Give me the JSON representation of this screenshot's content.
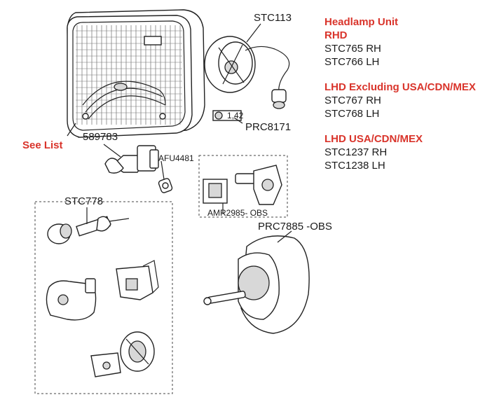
{
  "legend": {
    "title": "Headlamp Unit",
    "groups": [
      {
        "heading": "RHD",
        "items": [
          "STC765 RH",
          "STC766 LH"
        ]
      },
      {
        "heading": "LHD Excluding USA/CDN/MEX",
        "items": [
          "STC767 RH",
          "STC768 LH"
        ]
      },
      {
        "heading": "LHD USA/CDN/MEX",
        "items": [
          "STC1237 RH",
          "STC1238 LH"
        ]
      }
    ]
  },
  "labels": {
    "stc113": "STC113",
    "prc8171": "PRC8171",
    "see_list": "See List",
    "p589783": "589783",
    "afu4481": "AFU4481",
    "amr2985": "AMR2985- OBS",
    "stc778": "STC778",
    "prc7885": "PRC7885 -OBS",
    "bulb_tag": "1,42"
  },
  "colors": {
    "accent_red": "#d9342b",
    "text": "#1a1a1a",
    "line": "#222222"
  }
}
